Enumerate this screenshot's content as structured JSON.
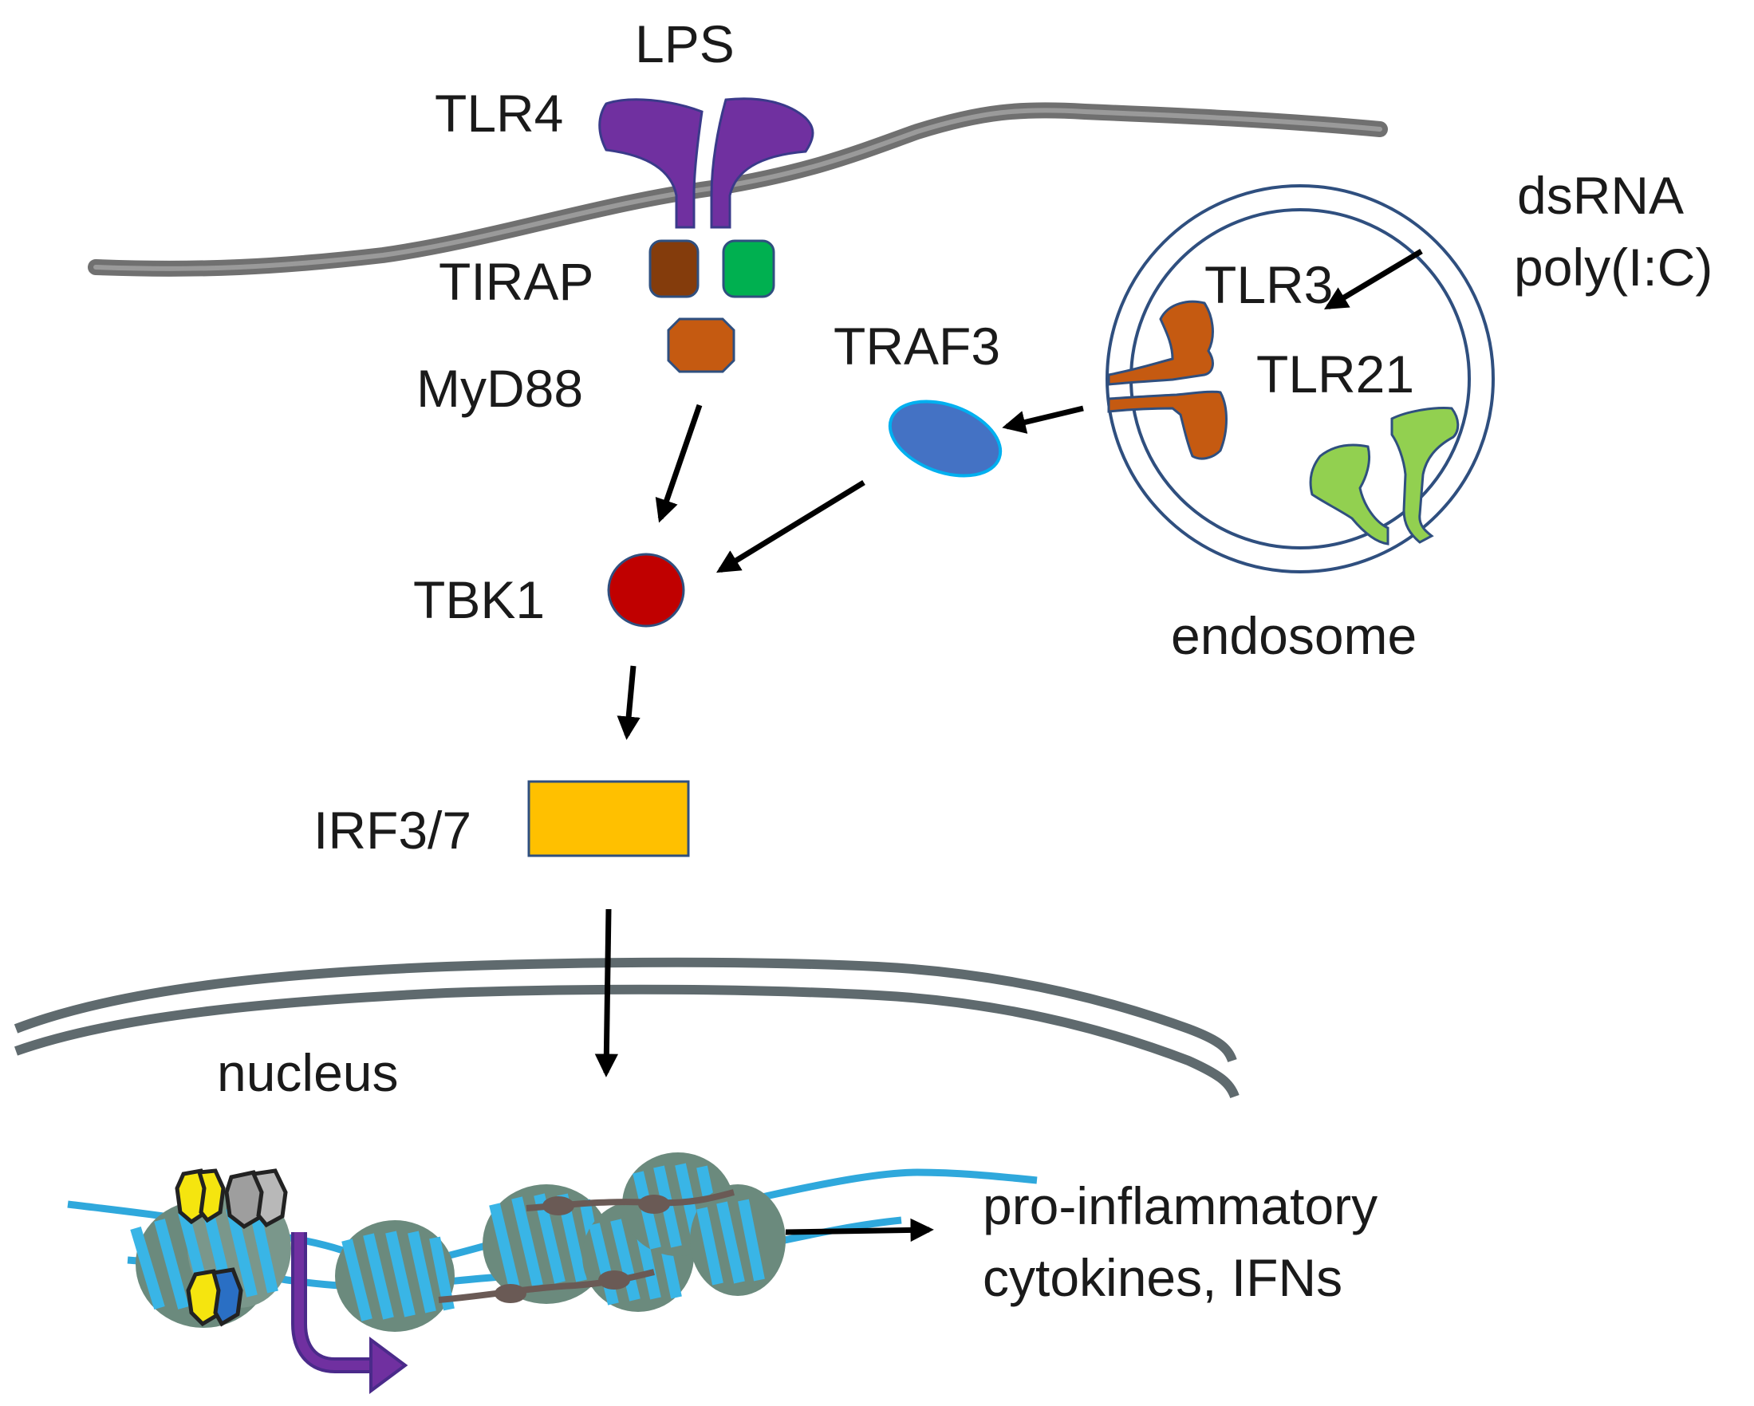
{
  "labels": {
    "lps": "LPS",
    "tlr4": "TLR4",
    "tirap": "TIRAP",
    "myd88": "MyD88",
    "traf3": "TRAF3",
    "tbk1": "TBK1",
    "irf37": "IRF3/7",
    "tlr3": "TLR3",
    "tlr21": "TLR21",
    "dsrna": "dsRNA",
    "polyic": "poly(I:C)",
    "endosome": "endosome",
    "nucleus": "nucleus",
    "output_line1": "pro-inflammatory",
    "output_line2": "cytokines, IFNs"
  },
  "colors": {
    "tlr4": "#7030a0",
    "tirap": "#843c0c",
    "tirap_partner": "#00b050",
    "myd88": "#c55a11",
    "traf3": "#4472c4",
    "traf3_outline": "#00b0f0",
    "tbk1": "#c00000",
    "irf37": "#ffc000",
    "tlr3": "#c55a11",
    "tlr21": "#92d050",
    "membrane": "#707070",
    "nuclear_envelope": "#5f6a6e",
    "dna": "#2fa8dc",
    "histone": "#6b8a7d",
    "transcription_arrow": "#7030a0",
    "outline": "#2f4f7f"
  }
}
